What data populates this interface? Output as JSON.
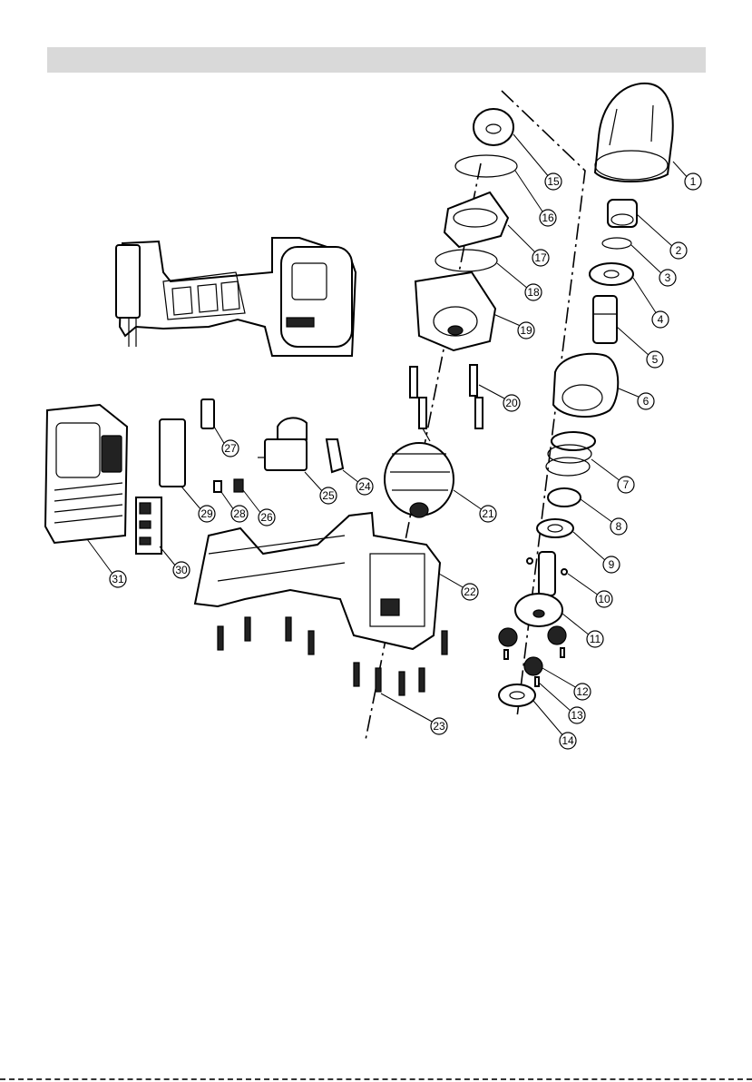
{
  "header": {
    "title": ""
  },
  "callouts": [
    {
      "n": "1",
      "label": "1"
    },
    {
      "n": "2",
      "label": "2"
    },
    {
      "n": "3",
      "label": "3"
    },
    {
      "n": "4",
      "label": "4"
    },
    {
      "n": "5",
      "label": "5"
    },
    {
      "n": "6",
      "label": "6"
    },
    {
      "n": "7",
      "label": "7"
    },
    {
      "n": "8",
      "label": "8"
    },
    {
      "n": "9",
      "label": "9"
    },
    {
      "n": "10",
      "label": "10"
    },
    {
      "n": "11",
      "label": "11"
    },
    {
      "n": "12",
      "label": "12"
    },
    {
      "n": "13",
      "label": "13"
    },
    {
      "n": "14",
      "label": "14"
    },
    {
      "n": "15",
      "label": "15"
    },
    {
      "n": "16",
      "label": "16"
    },
    {
      "n": "17",
      "label": "17"
    },
    {
      "n": "18",
      "label": "18"
    },
    {
      "n": "19",
      "label": "19"
    },
    {
      "n": "20",
      "label": "20"
    },
    {
      "n": "21",
      "label": "21"
    },
    {
      "n": "22",
      "label": "22"
    },
    {
      "n": "23",
      "label": "23"
    },
    {
      "n": "24",
      "label": "24"
    },
    {
      "n": "25",
      "label": "25"
    },
    {
      "n": "26",
      "label": "26"
    },
    {
      "n": "27",
      "label": "27"
    },
    {
      "n": "28",
      "label": "28"
    },
    {
      "n": "29",
      "label": "29"
    },
    {
      "n": "30",
      "label": "30"
    },
    {
      "n": "31",
      "label": "31"
    }
  ]
}
